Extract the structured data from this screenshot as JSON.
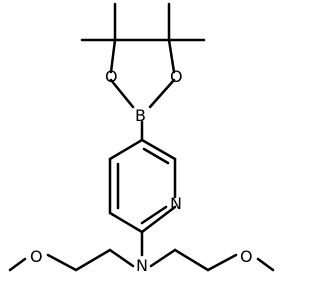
{
  "molecule": {
    "atom_labels": {
      "boron": "B",
      "ring_oxygen_left": "O",
      "ring_oxygen_right": "O",
      "pyridine_nitrogen": "N",
      "amine_nitrogen": "N",
      "ether_oxygen_left": "O",
      "ether_oxygen_right": "O"
    }
  }
}
